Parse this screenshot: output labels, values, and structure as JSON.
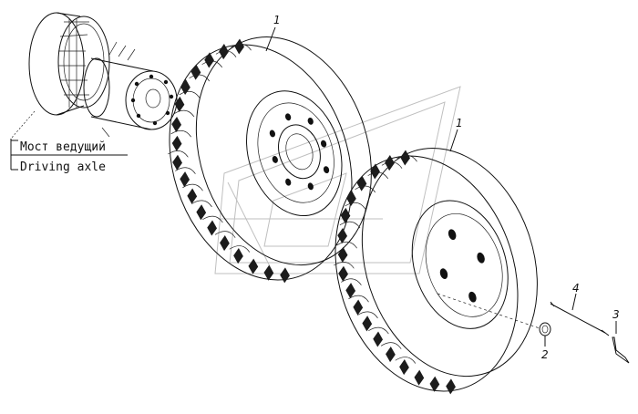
{
  "caption": {
    "ru": "Мост ведущий",
    "en": "Driving axle"
  },
  "callouts": {
    "wheel_rear": "1",
    "wheel_front": "1",
    "nut": "2",
    "key": "3",
    "wrench_bar": "4"
  },
  "icons": {
    "axle_hub": "axle-hub-icon",
    "tire": "tire-icon",
    "wheel_nut": "wheel-nut-icon",
    "wrench": "wrench-icon",
    "watermark": "watermark-logo-icon"
  },
  "colors": {
    "ink": "#111111",
    "watermark": "#b9b9b9",
    "background": "#ffffff"
  }
}
